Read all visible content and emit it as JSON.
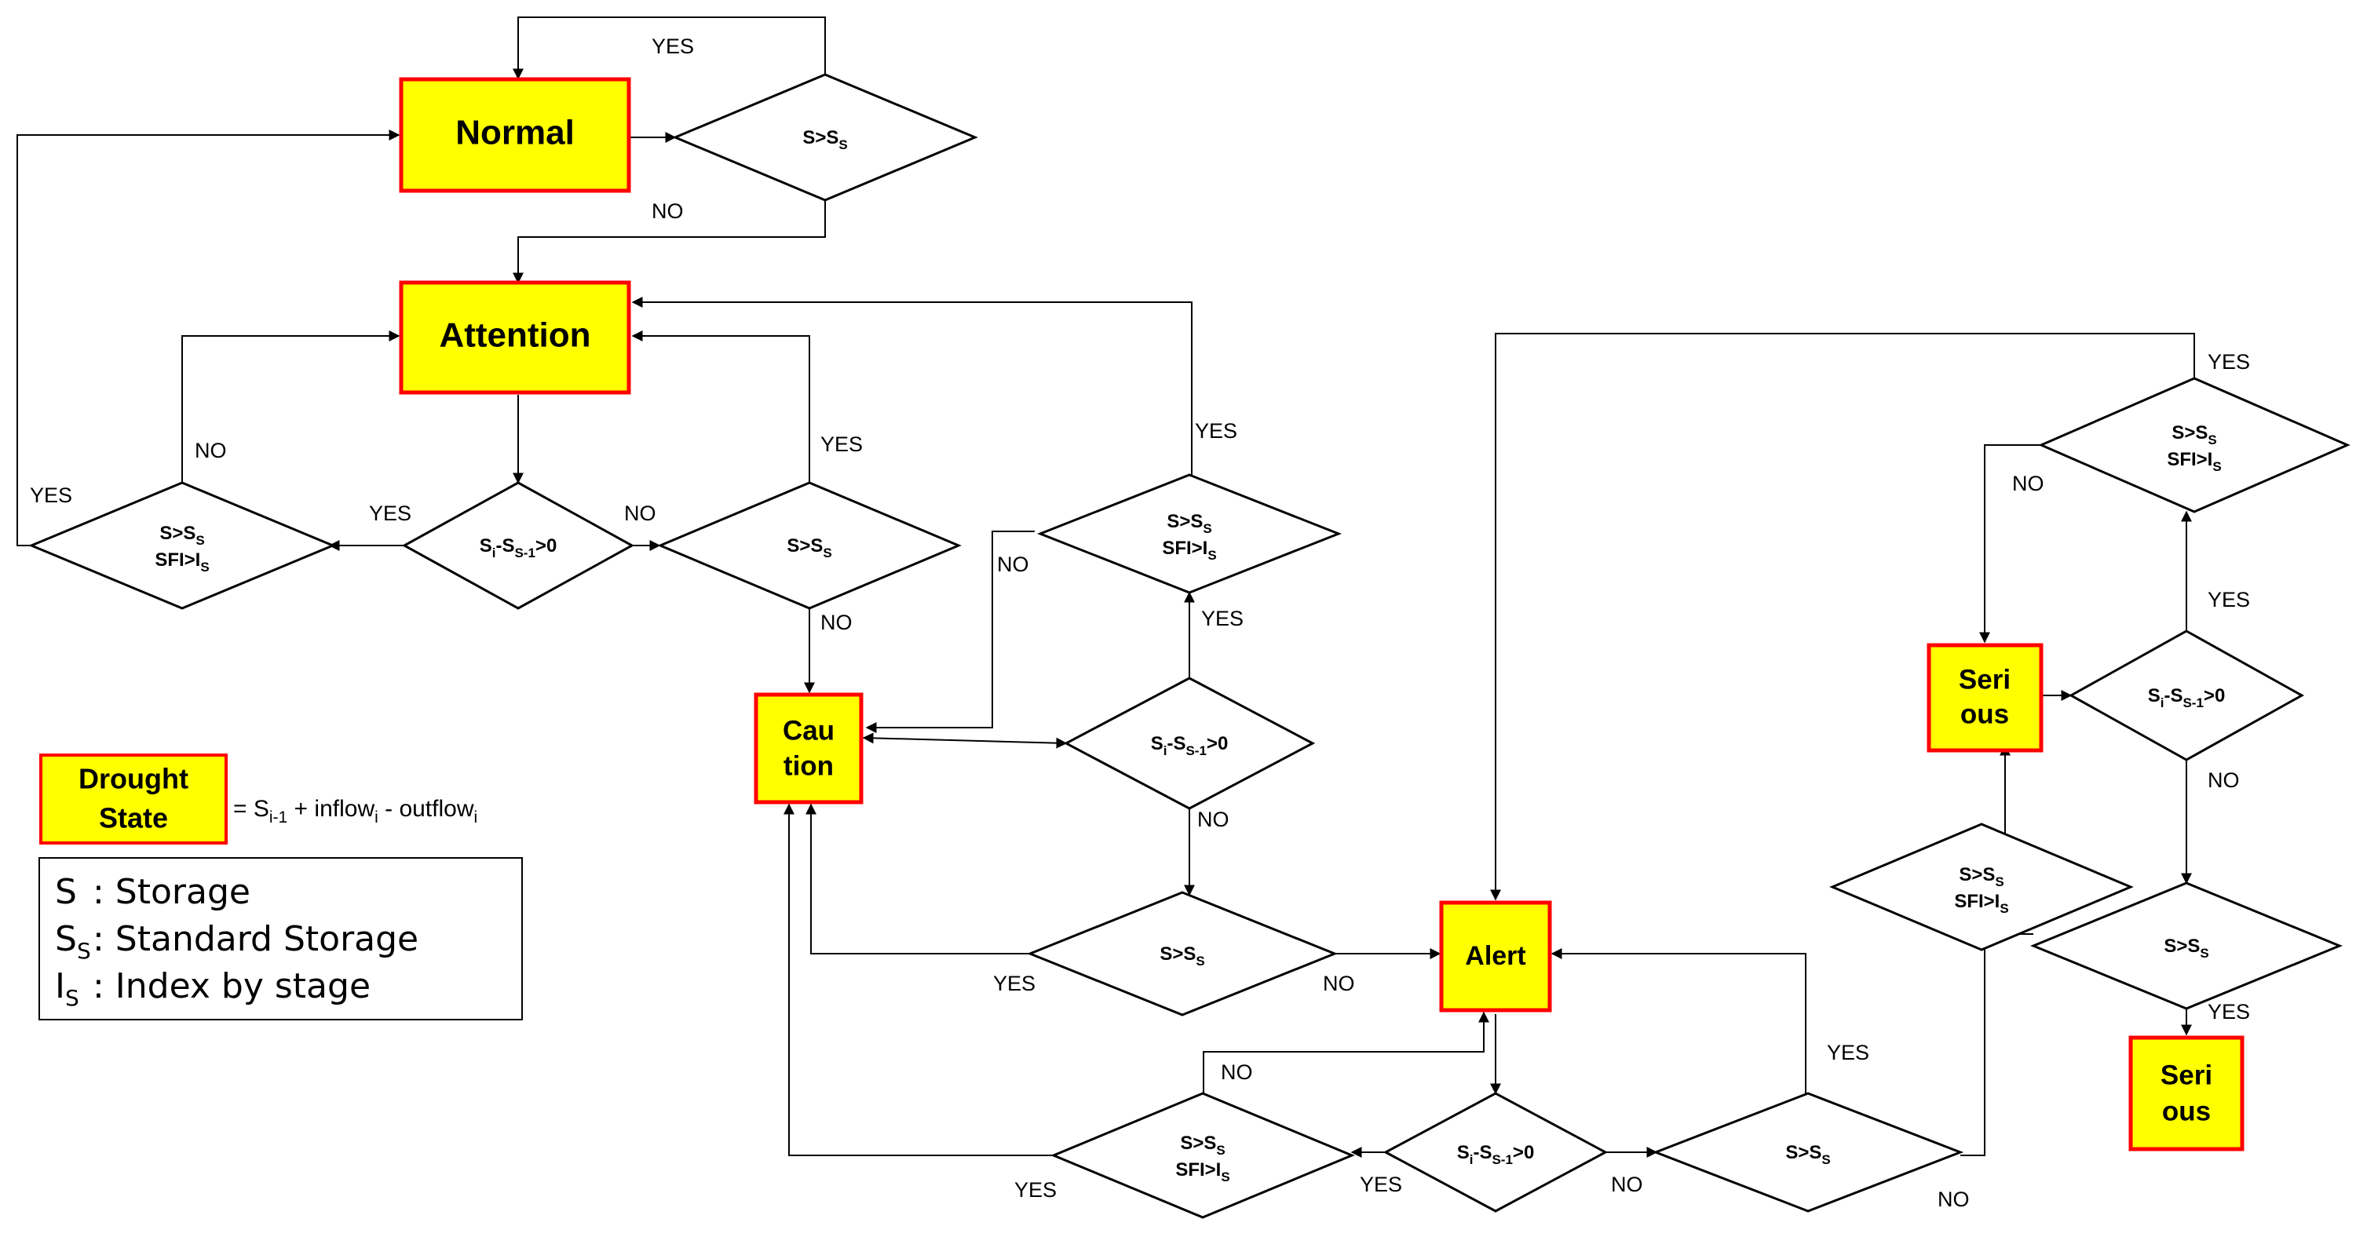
{
  "states": {
    "normal": "Normal",
    "attention": "Attention",
    "caution": [
      "Cau",
      "tion"
    ],
    "alert": "Alert",
    "serious_mid": [
      "Seri",
      "ous"
    ],
    "serious_bottom": [
      "Seri",
      "ous"
    ]
  },
  "decisions": {
    "storage_check": {
      "main": "S>S",
      "sub": "S"
    },
    "storage_index_check": {
      "line1_main": "S>S",
      "line1_sub": "S",
      "line2_main": "SFI>I",
      "line2_sub": "S"
    },
    "storage_change_check": {
      "a": "S",
      "a_sub": "i",
      "b": "-S",
      "b_sub": "S-1",
      "c": ">0"
    }
  },
  "labels": {
    "yes": "YES",
    "no": "NO"
  },
  "legend": {
    "state_box": [
      "Drought",
      "State"
    ],
    "equation": {
      "prefix": "= S",
      "prefix_sub": "i-1",
      "mid": " + inflow",
      "mid_sub": "i",
      "suffix": " - outflow",
      "suffix_sub": "i"
    },
    "definitions": [
      {
        "symbol": "S",
        "symbol_sub": "",
        "text": " : Storage"
      },
      {
        "symbol": "S",
        "symbol_sub": "S",
        "text": " : Standard Storage"
      },
      {
        "symbol": "I",
        "symbol_sub": "S",
        "text": " : Index by stage"
      }
    ]
  },
  "colors": {
    "state_fill": "#ffff00",
    "state_border": "#ff0000",
    "line": "#000000"
  }
}
